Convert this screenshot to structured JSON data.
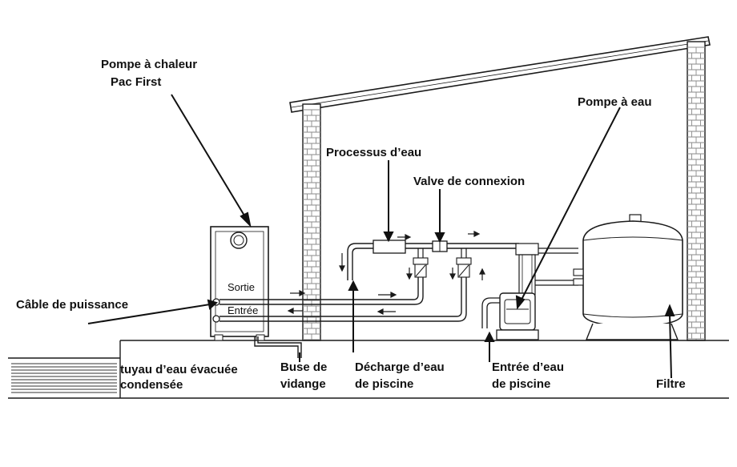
{
  "labels": {
    "pump_heat_line1": "Pompe à chaleur",
    "pump_heat_line2": "Pac First",
    "water_pump": "Pompe à eau",
    "water_process": "Processus d’eau",
    "connection_valve": "Valve de connexion",
    "power_cable": "Câble de puissance",
    "outlet": "Sortie",
    "inlet": "Entrée",
    "condensate_line1": "tuyau d’eau évacuée",
    "condensate_line2": "condensée",
    "drain_line1": "Buse de",
    "drain_line2": "vidange",
    "pool_discharge_line1": "Décharge d’eau",
    "pool_discharge_line2": "de piscine",
    "pool_inlet_line1": "Entrée d’eau",
    "pool_inlet_line2": "de piscine",
    "filter": "Filtre"
  },
  "colors": {
    "ink": "#1a1a1a",
    "brick": "#8a8a8a",
    "background": "#ffffff"
  }
}
